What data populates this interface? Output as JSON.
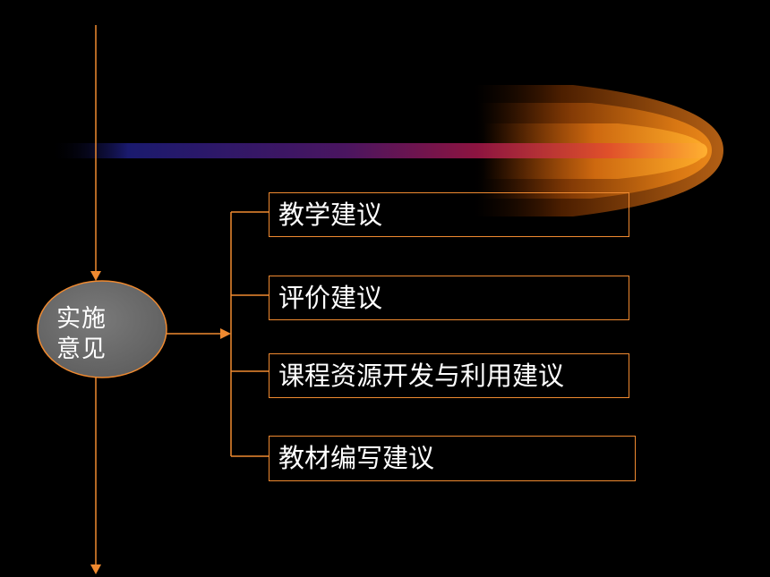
{
  "slide": {
    "hub": {
      "line1": "实施",
      "line2": "意见"
    },
    "branches": [
      {
        "label": "教学建议"
      },
      {
        "label": "评价建议"
      },
      {
        "label": "课程资源开发与利用建议"
      },
      {
        "label": "教材编写建议"
      }
    ]
  },
  "colors": {
    "background": "#000000",
    "connector": "#f08a30",
    "hub_fill": "#6b6b6b",
    "text": "#ffffff",
    "comet_tail_start": "#1a1a6e",
    "comet_head": "#ff9a1a"
  }
}
